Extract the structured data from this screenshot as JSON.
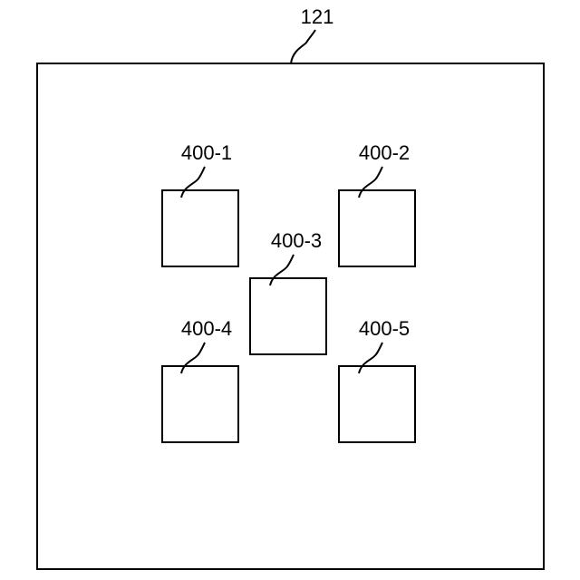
{
  "diagram": {
    "frame": {
      "ref_label": "121"
    },
    "elements": [
      {
        "ref_label": "400-1"
      },
      {
        "ref_label": "400-2"
      },
      {
        "ref_label": "400-3"
      },
      {
        "ref_label": "400-4"
      },
      {
        "ref_label": "400-5"
      }
    ]
  }
}
